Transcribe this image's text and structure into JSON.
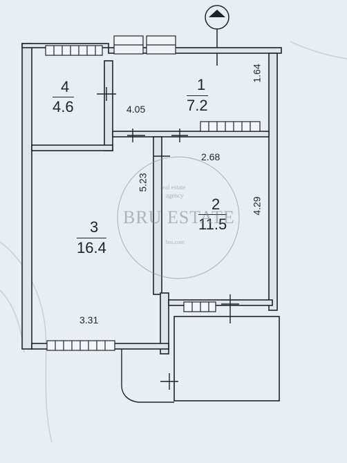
{
  "rooms": [
    {
      "number": "1",
      "area": "7.2"
    },
    {
      "number": "2",
      "area": "11.5"
    },
    {
      "number": "3",
      "area": "16.4"
    },
    {
      "number": "4",
      "area": "4.6"
    }
  ],
  "dimensions": {
    "d_1_64": "1.64",
    "d_4_05": "4.05",
    "d_2_68": "2.68",
    "d_5_23": "5.23",
    "d_4_29": "4.29",
    "d_3_31": "3.31"
  },
  "watermark": {
    "brand": "BRU ESTATE",
    "tag_top_1": "real estate",
    "tag_top_2": "agency",
    "tag_bottom": "bru.com"
  },
  "colors": {
    "background": "#e9eef3",
    "wall": "#1d232b",
    "wall_fill": "#dfe5ea"
  }
}
